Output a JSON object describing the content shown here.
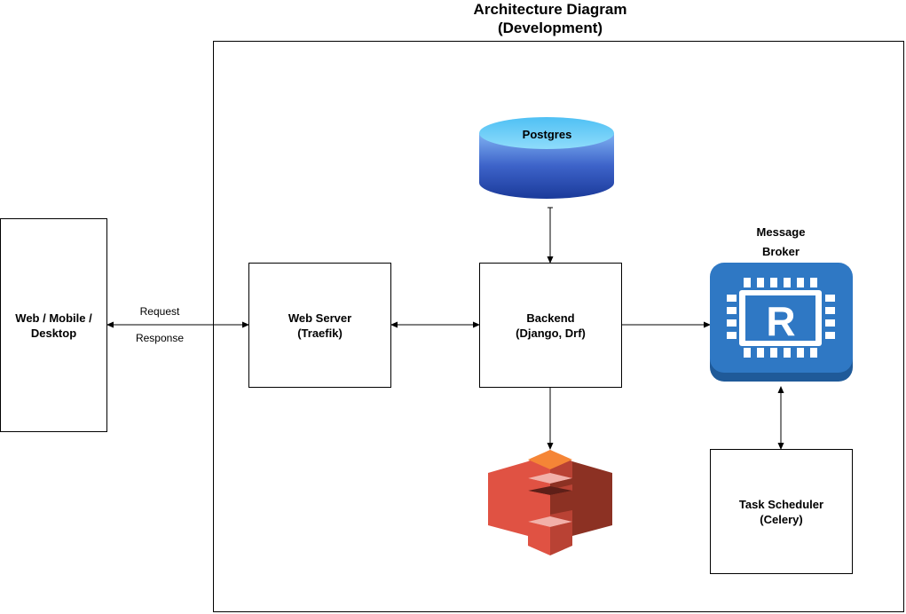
{
  "title": {
    "line1": "Architecture Diagram",
    "line2": "(Development)"
  },
  "nodes": {
    "client": {
      "line1": "Web / Mobile /",
      "line2": "Desktop"
    },
    "web_server": {
      "line1": "Web Server",
      "line2": "(Traefik)"
    },
    "backend": {
      "line1": "Backend",
      "line2": "(Django, Drf)"
    },
    "database": {
      "label": "Postgres",
      "icon": "database-cylinder-icon"
    },
    "message_broker": {
      "line1": "Message",
      "line2": "Broker",
      "icon": "redis-chip-icon"
    },
    "storage": {
      "icon": "aws-s3-bucket-icon"
    },
    "task_scheduler": {
      "line1": "Task Scheduler",
      "line2": "(Celery)"
    }
  },
  "edges": {
    "client_web_server": {
      "top_label": "Request",
      "bottom_label": "Response"
    }
  },
  "colors": {
    "db_top": "#5bc8f5",
    "db_body_dark": "#1e3f9e",
    "broker_blue": "#2f78c4",
    "broker_blue_dark": "#1f5a99",
    "s3_red": "#e05243",
    "s3_dark_red": "#8c3123"
  }
}
